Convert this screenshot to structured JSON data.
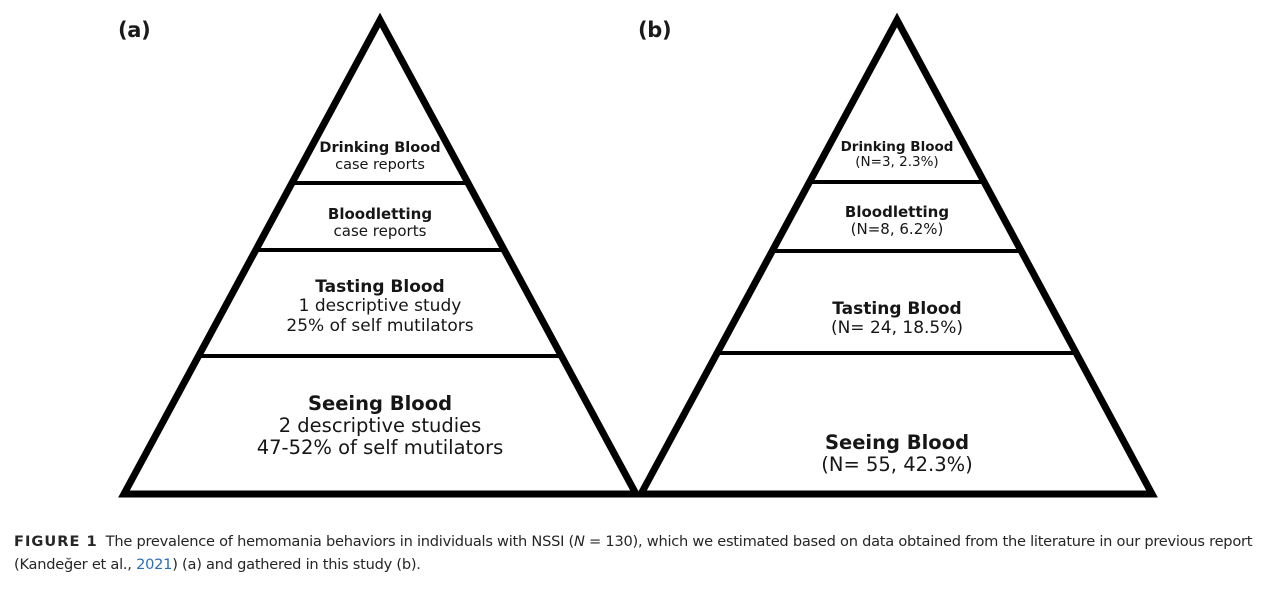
{
  "figure": {
    "panels": [
      {
        "label": "(a)",
        "name": "pyramid-a",
        "tiers": [
          {
            "title": "Drinking Blood",
            "lines": [
              "case reports"
            ]
          },
          {
            "title": "Bloodletting",
            "lines": [
              "case reports"
            ]
          },
          {
            "title": "Tasting Blood",
            "lines": [
              "1 descriptive study",
              "25% of self mutilators"
            ]
          },
          {
            "title": "Seeing Blood",
            "lines": [
              "2 descriptive studies",
              "47-52% of self mutilators"
            ]
          }
        ]
      },
      {
        "label": "(b)",
        "name": "pyramid-b",
        "tiers": [
          {
            "title": "Drinking Blood",
            "lines": [
              "(N=3, 2.3%)"
            ]
          },
          {
            "title": "Bloodletting",
            "lines": [
              "(N=8, 6.2%)"
            ]
          },
          {
            "title": "Tasting Blood",
            "lines": [
              "(N= 24, 18.5%)"
            ]
          },
          {
            "title": "Seeing Blood",
            "lines": [
              "(N= 55, 42.3%)"
            ]
          }
        ]
      }
    ]
  },
  "caption": {
    "label": "FIGURE 1",
    "text_part1": "The prevalence of hemomania behaviors in individuals with NSSI (",
    "italic_n": "N",
    "text_part2": " = 130), which we estimated based on data obtained from the literature in our previous report (Kandeğer et al., ",
    "link": "2021",
    "text_part3": ") (a) and gathered in this study (b)."
  },
  "chart_data": {
    "type": "pyramid",
    "title": "The prevalence of hemomania behaviors in individuals with NSSI (N = 130)",
    "panels": [
      {
        "id": "a",
        "label": "(a)",
        "source": "estimated from literature in previous report (Kandeger et al., 2021)",
        "levels": [
          {
            "rank": 1,
            "category": "Drinking Blood",
            "evidence": "case reports",
            "n": null,
            "percent": null
          },
          {
            "rank": 2,
            "category": "Bloodletting",
            "evidence": "case reports",
            "n": null,
            "percent": null
          },
          {
            "rank": 3,
            "category": "Tasting Blood",
            "evidence": "1 descriptive study",
            "n": null,
            "percent": 25
          },
          {
            "rank": 4,
            "category": "Seeing Blood",
            "evidence": "2 descriptive studies",
            "n": null,
            "percent_range": [
              47,
              52
            ]
          }
        ]
      },
      {
        "id": "b",
        "label": "(b)",
        "source": "gathered in this study",
        "total_n": 130,
        "levels": [
          {
            "rank": 1,
            "category": "Drinking Blood",
            "n": 3,
            "percent": 2.3
          },
          {
            "rank": 2,
            "category": "Bloodletting",
            "n": 8,
            "percent": 6.2
          },
          {
            "rank": 3,
            "category": "Tasting Blood",
            "n": 24,
            "percent": 18.5
          },
          {
            "rank": 4,
            "category": "Seeing Blood",
            "n": 55,
            "percent": 42.3
          }
        ]
      }
    ],
    "colors": {
      "stroke": "#000000",
      "fill": "#ffffff",
      "text": "#161616",
      "link": "#2a6ebb"
    }
  }
}
